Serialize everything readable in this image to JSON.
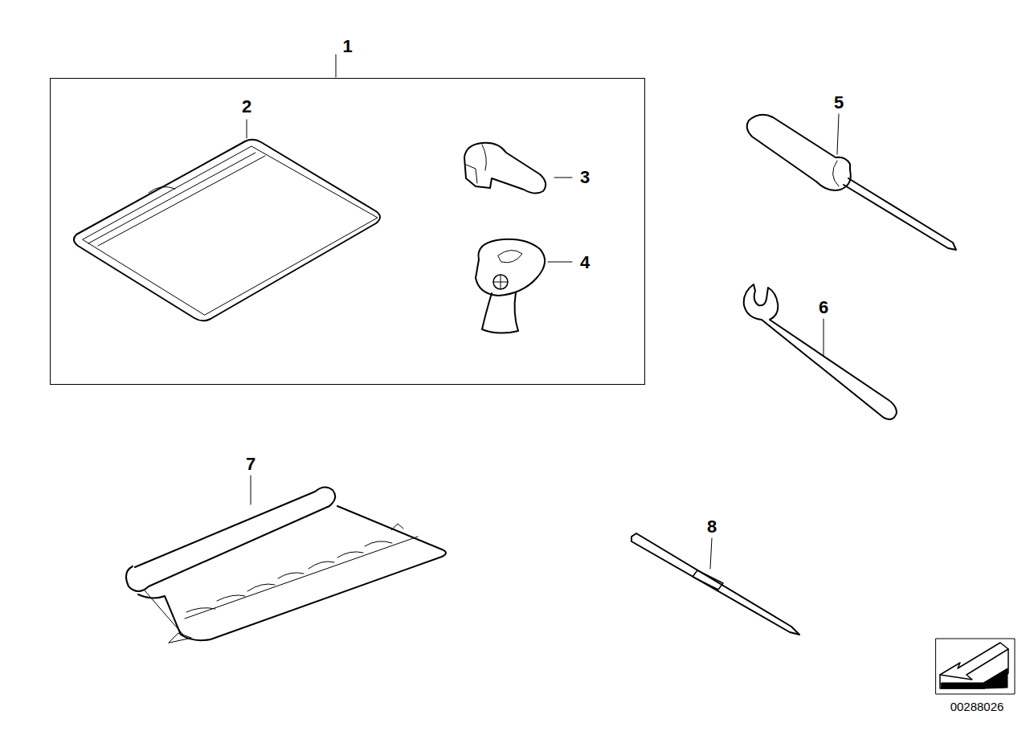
{
  "diagram": {
    "nodes": [
      {
        "text": [
          "1"
        ]
      }
    ],
    "edges": [],
    "labels": [
      "2",
      "3",
      "4",
      "5",
      "6",
      "7",
      "8",
      "00288026"
    ]
  }
}
